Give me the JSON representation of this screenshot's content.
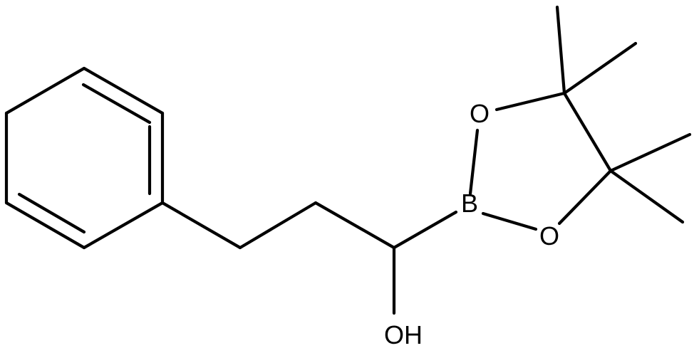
{
  "molecule": {
    "atoms": {
      "boron": "B",
      "oxygen_top": "O",
      "oxygen_bottom": "O",
      "hydroxyl": "OH"
    }
  },
  "colors": {
    "bond": "#000000",
    "background": "#ffffff"
  }
}
